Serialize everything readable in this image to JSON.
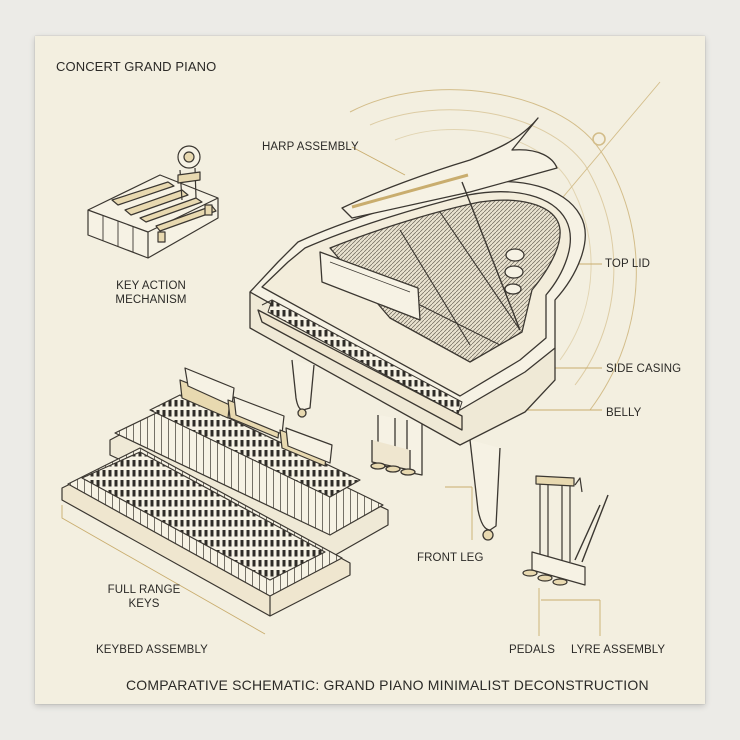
{
  "labels": {
    "title": "CONCERT GRAND PIANO",
    "key_action_line1": "KEY ACTION",
    "key_action_line2": "MECHANISM",
    "harp_assembly": "HARP ASSEMBLY",
    "top_lid": "TOP LID",
    "side_casing": "SIDE CASING",
    "belly": "BELLY",
    "front_leg": "FRONT LEG",
    "full_range_line1": "FULL RANGE",
    "full_range_line2": "KEYS",
    "keybed_assembly": "KEYBED ASSEMBLY",
    "pedals": "PEDALS",
    "lyre_assembly": "LYRE ASSEMBLY",
    "caption": "COMPARATIVE SCHEMATIC: GRAND PIANO MINIMALIST DECONSTRUCTION"
  },
  "colors": {
    "paper": "#f3efe0",
    "background": "#ecebe7",
    "ink": "#2b2a27",
    "accent_gold": "#c9ad6e",
    "wood": "#e8d9b0"
  }
}
